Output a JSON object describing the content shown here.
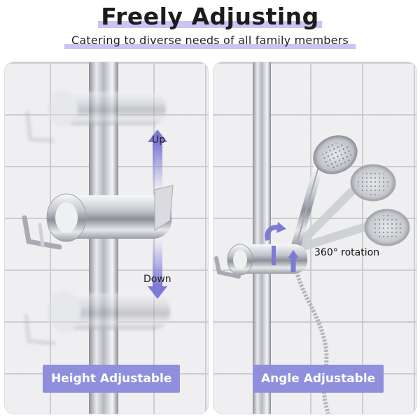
{
  "header": {
    "title": "Freely Adjusting",
    "subtitle": "Catering to diverse needs of all family members"
  },
  "left_panel": {
    "label": "Height Adjustable",
    "up_text": "Up",
    "down_text": "Down"
  },
  "right_panel": {
    "label": "Angle Adjustable",
    "rotation_text": "360° rotation"
  },
  "colors": {
    "accent": "#8f8fdd",
    "highlight": "#c9c6f3",
    "arrow": "#7d7ad6"
  }
}
